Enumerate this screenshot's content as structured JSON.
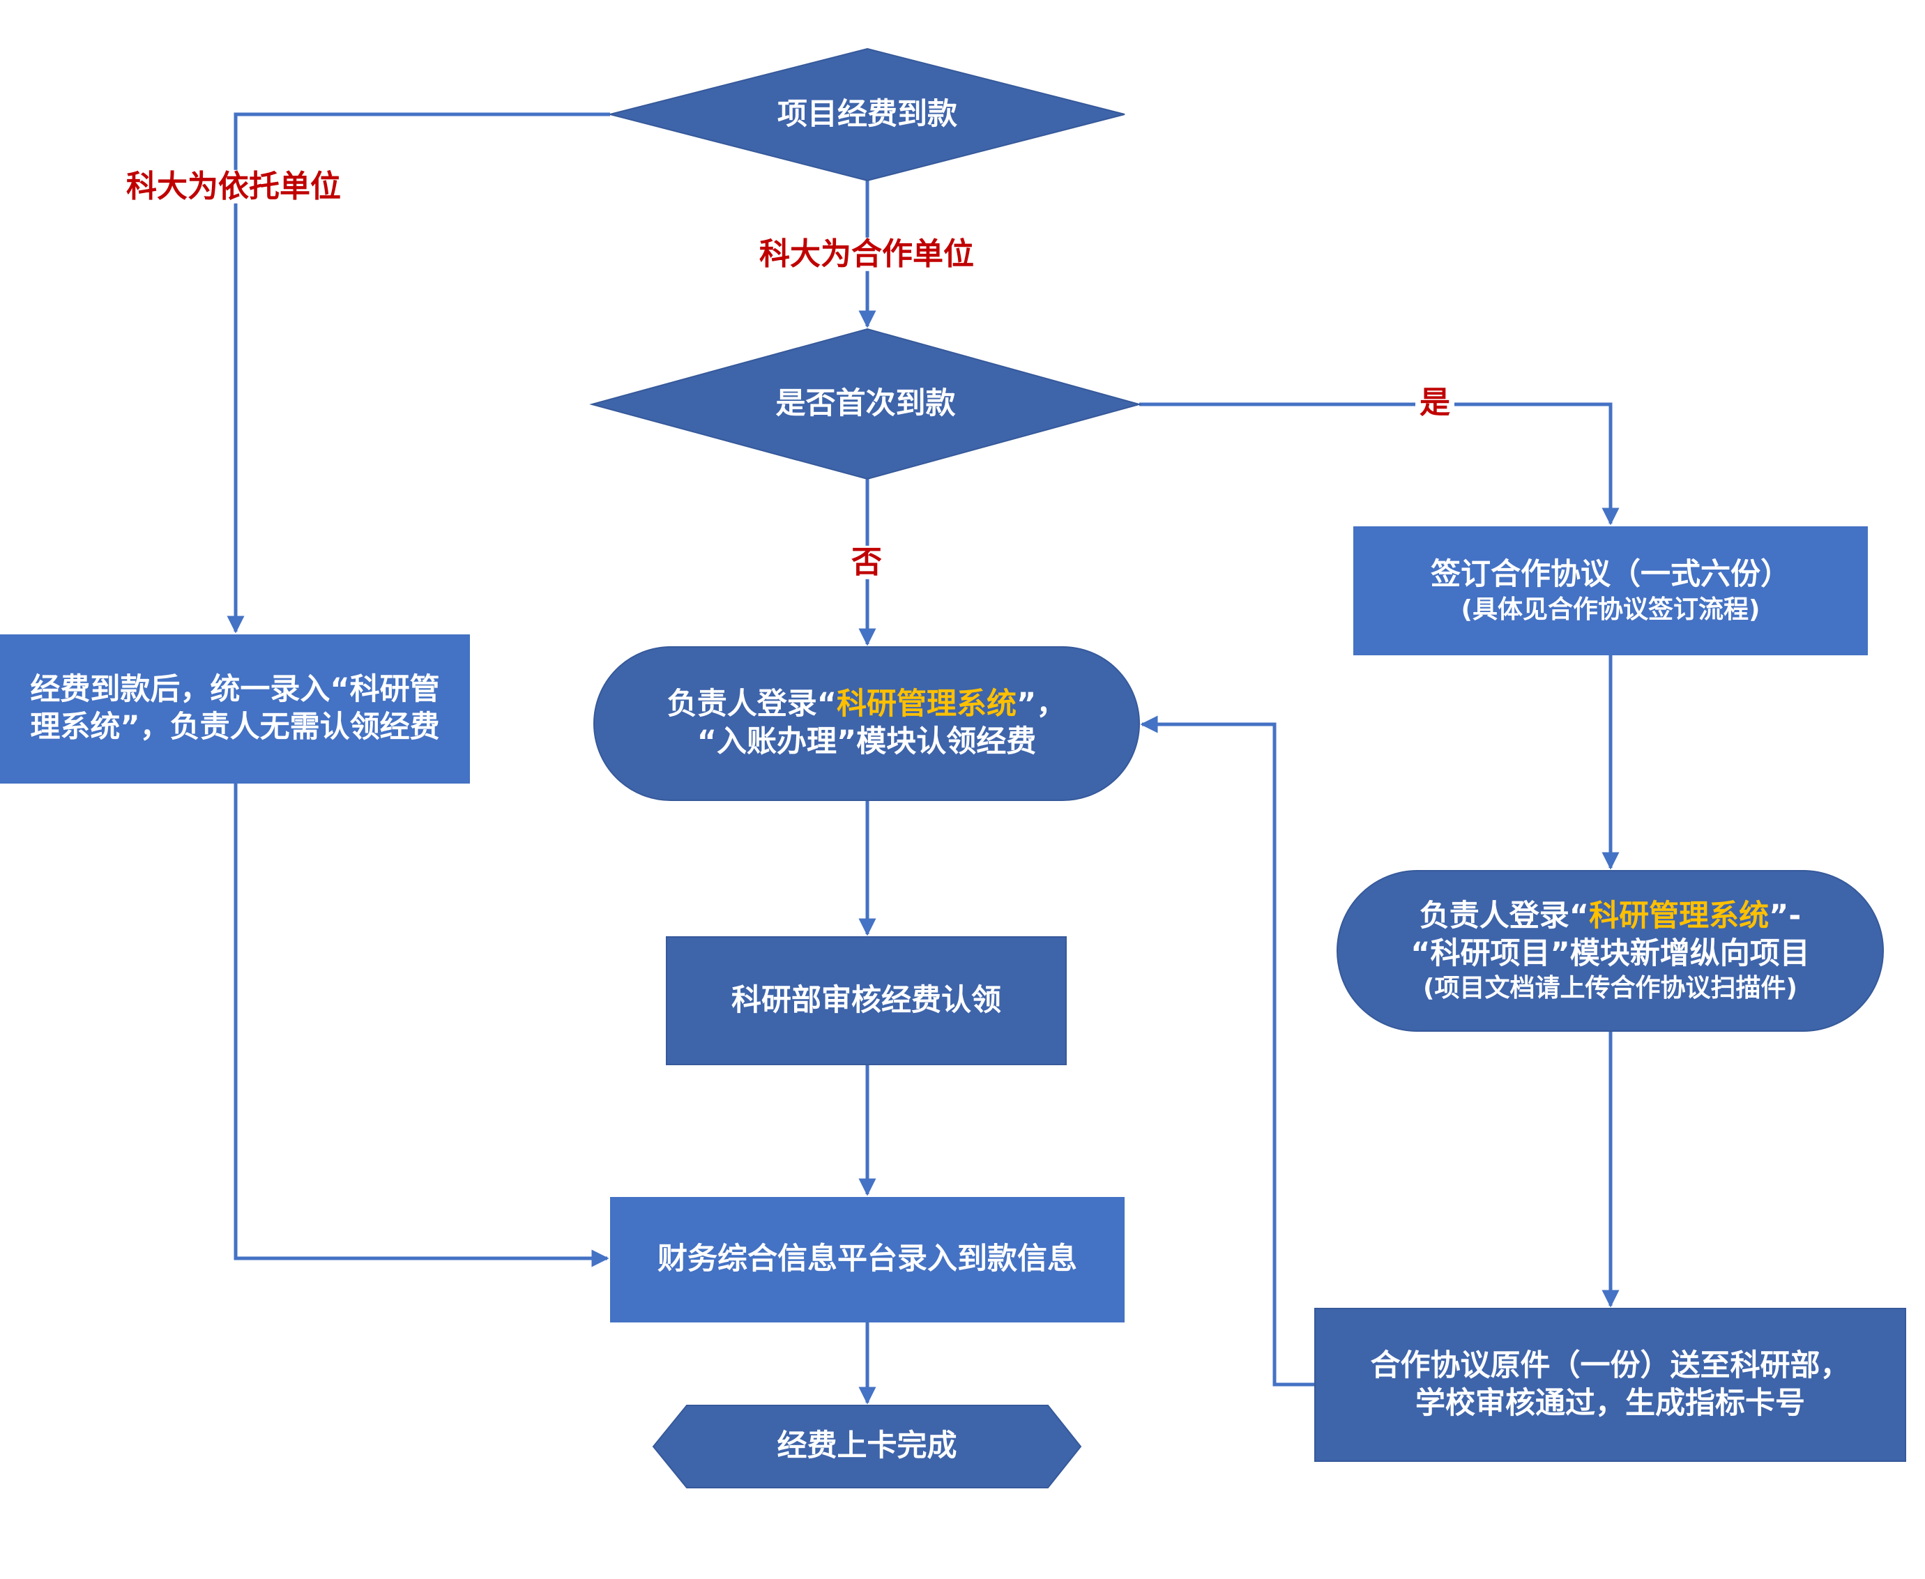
{
  "colors": {
    "connector": "#4472C4",
    "shape_dark": "#3E64AA",
    "shape_light": "#4472C4",
    "label_red": "#C00000",
    "highlight": "#FFC000",
    "text": "#FFFFFF"
  },
  "nodes": {
    "start": {
      "shape": "diamond",
      "text": "项目经费到款"
    },
    "first_check": {
      "shape": "diamond",
      "text": "是否首次到款"
    },
    "host_entry": {
      "shape": "rectangle",
      "lines": [
        "经费到款后，统一录入“科研管",
        "理系统”，负责人无需认领经费"
      ]
    },
    "claim_funds": {
      "shape": "rounded",
      "line1_prefix": "负责人登录“",
      "line1_highlight": "科研管理系统",
      "line1_suffix": "”，",
      "line2": "“入账办理”模块认领经费"
    },
    "review_claim": {
      "shape": "rectangle",
      "text": "科研部审核经费认领"
    },
    "finance_entry": {
      "shape": "rectangle",
      "text": "财务综合信息平台录入到款信息"
    },
    "done": {
      "shape": "hexagon",
      "text": "经费上卡完成"
    },
    "sign_agreement": {
      "shape": "rectangle",
      "line1": "签订合作协议（一式六份）",
      "line2": "(具体见合作协议签订流程)"
    },
    "new_project": {
      "shape": "rounded",
      "line1_prefix": "负责人登录“",
      "line1_highlight": "科研管理系统",
      "line1_suffix": "”-",
      "line2": "“科研项目”模块新增纵向项目",
      "line3": "(项目文档请上传合作协议扫描件)"
    },
    "submit_original": {
      "shape": "rectangle",
      "line1": "合作协议原件（一份）送至科研部，",
      "line2": "学校审核通过，生成指标卡号"
    }
  },
  "edge_labels": {
    "host_unit": "科大为依托单位",
    "partner_unit": "科大为合作单位",
    "yes": "是",
    "no": "否"
  },
  "edges": [
    {
      "from": "start",
      "to": "host_entry",
      "label": "host_unit"
    },
    {
      "from": "start",
      "to": "first_check",
      "label": "partner_unit"
    },
    {
      "from": "first_check",
      "to": "sign_agreement",
      "label": "yes"
    },
    {
      "from": "first_check",
      "to": "claim_funds",
      "label": "no"
    },
    {
      "from": "claim_funds",
      "to": "review_claim"
    },
    {
      "from": "review_claim",
      "to": "finance_entry"
    },
    {
      "from": "host_entry",
      "to": "finance_entry"
    },
    {
      "from": "finance_entry",
      "to": "done"
    },
    {
      "from": "sign_agreement",
      "to": "new_project"
    },
    {
      "from": "new_project",
      "to": "submit_original"
    },
    {
      "from": "submit_original",
      "to": "claim_funds"
    }
  ]
}
